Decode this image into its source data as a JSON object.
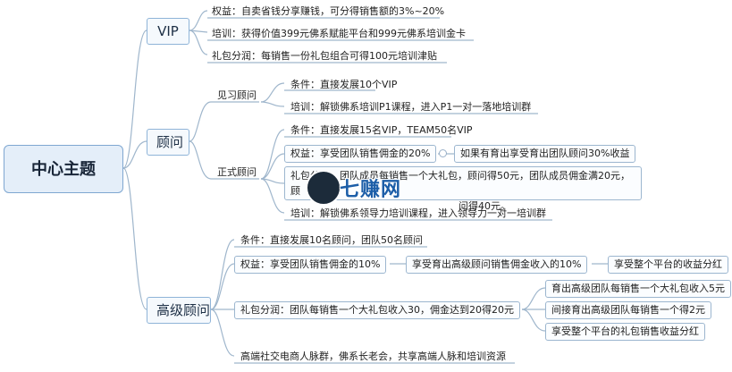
{
  "root": "中心主题",
  "branches": {
    "vip": {
      "label": "VIP",
      "items": [
        "权益：自卖省钱分享赚钱，可分得销售额的3%~20%",
        "培训：获得价值399元佛系赋能平台和999元佛系培训金卡",
        "礼包分润：每销售一份礼包组合可得100元培训津贴"
      ]
    },
    "advisor": {
      "label": "顾问",
      "intern": {
        "label": "见习顾问",
        "items": [
          "条件：直接发展10个VIP",
          "培训：解锁佛系培训P1课程，进入P1一对一落地培训群"
        ]
      },
      "formal": {
        "label": "正式顾问",
        "condition": "条件：直接发展15名VIP，TEAM50名VIP",
        "rights": "权益：享受团队销售佣金的20%",
        "rights_extra": "如果有育出享受育出团队顾问30%收益",
        "gift_line1": "礼包分润：团队成员每销售一个大礼包，顾问得50元，团队成员佣金满20元，顾",
        "gift_line2": "问得40元。",
        "training": "培训：解锁佛系领导力培训课程，进入领导力一对一培训群"
      }
    },
    "senior": {
      "label": "高级顾问",
      "condition": "条件：直接发展10名顾问，团队50名顾问",
      "rights": "权益：享受团队销售佣金的10%",
      "rights_2": "享受育出高级顾问销售佣金收入的10%",
      "rights_3": "享受整个平台的收益分红",
      "gift": "礼包分润：团队每销售一个大礼包收入30，佣金达到20得20元",
      "gift_sub": [
        "育出高级团队每销售一个大礼包收入5元",
        "间接育出高级团队每销售一个得2元",
        "享受整个平台的礼包销售收益分红"
      ],
      "network": "高端社交电商人脉群，佛系长老会，共享高端人脉和培训资源"
    }
  },
  "watermark": "七赚网",
  "colors": {
    "line": "#9fb6cc",
    "box_border": "#8fb4d8",
    "root_fill": "#e4eef9"
  }
}
